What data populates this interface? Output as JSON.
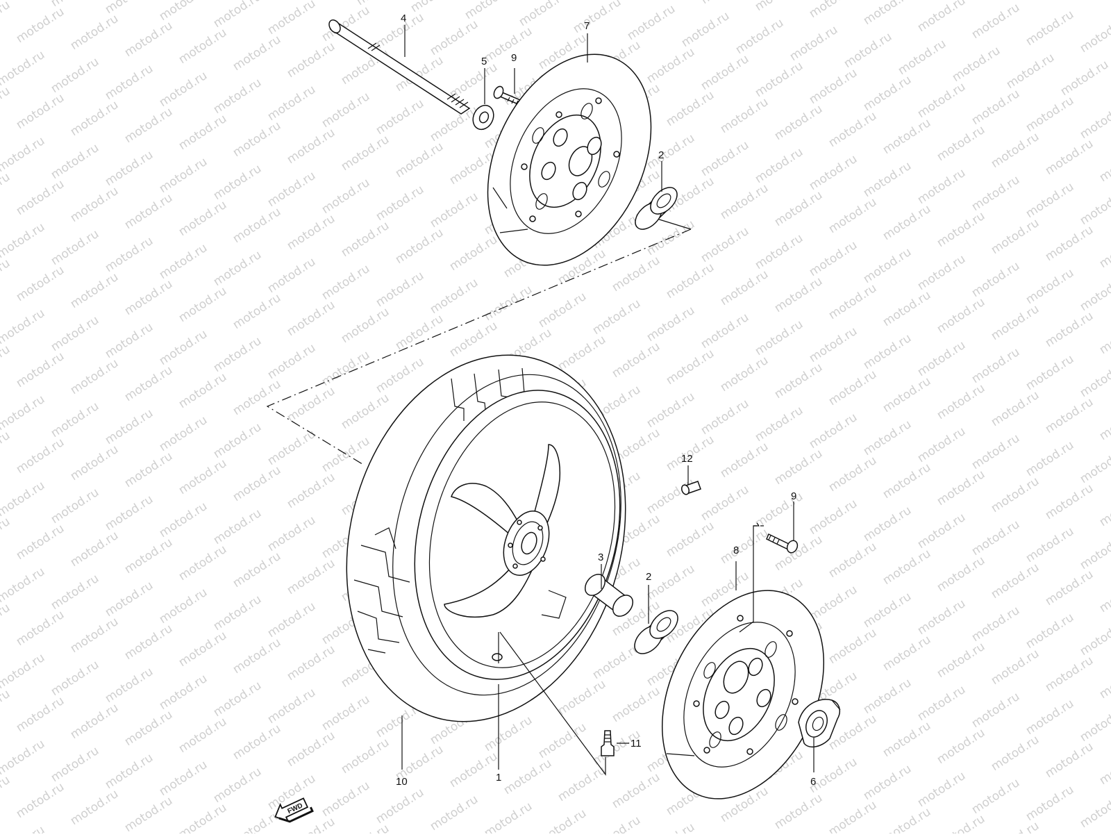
{
  "diagram": {
    "watermark_text": "motod.ru",
    "fwd_label": "FWD",
    "callouts": {
      "axle": "4",
      "washer": "5",
      "bolt_top": "9",
      "disc_top": "7",
      "bearing_top": "2",
      "valve_cap": "12",
      "bolt_right": "9",
      "disc_bottom": "8",
      "spacer": "3",
      "bearing_bottom": "2",
      "valve": "11",
      "tire": "10",
      "wheel": "1",
      "speedo_gear": "6"
    },
    "colors": {
      "line": "#111111",
      "watermark": "#cfcfcf",
      "background": "#ffffff"
    }
  }
}
